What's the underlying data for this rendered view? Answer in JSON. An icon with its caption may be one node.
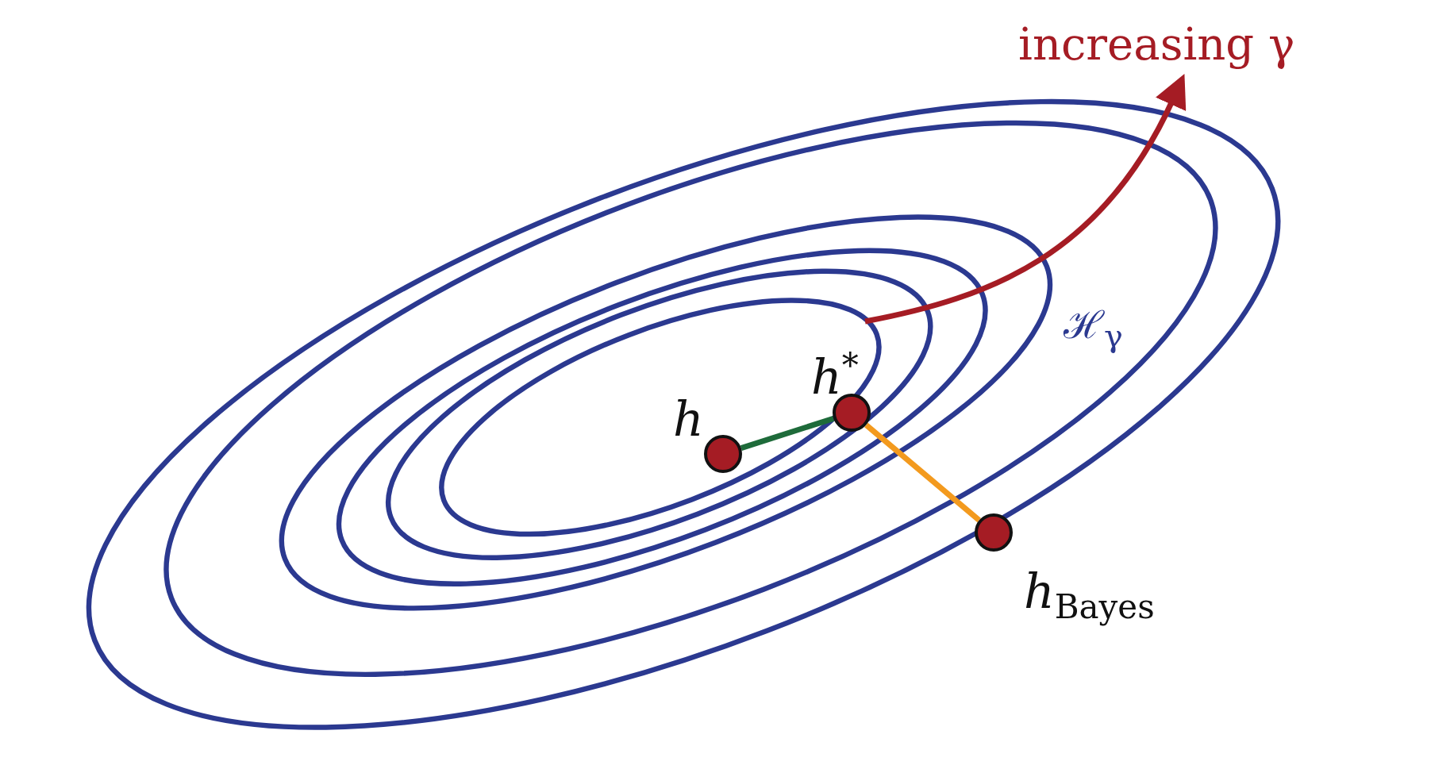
{
  "diagram": {
    "nodes": [
      {
        "text": [],
        "shape": "circle",
        "beside": [
          "h"
        ]
      },
      {
        "text": [],
        "shape": "circle",
        "beside": [
          "h$^{*}$"
        ]
      },
      {
        "text": [],
        "shape": "circle",
        "beside": [
          "h$_{Bayes}$"
        ]
      }
    ],
    "edges": [
      {
        "from": 0,
        "to": 1,
        "arrow": "none",
        "color": "#1e6b3a"
      },
      {
        "from": 1,
        "to": 2,
        "arrow": "none",
        "color": "#f39a1e"
      }
    ],
    "labels": [
      "increasing γ",
      "ℋ$_{γ}$"
    ]
  }
}
